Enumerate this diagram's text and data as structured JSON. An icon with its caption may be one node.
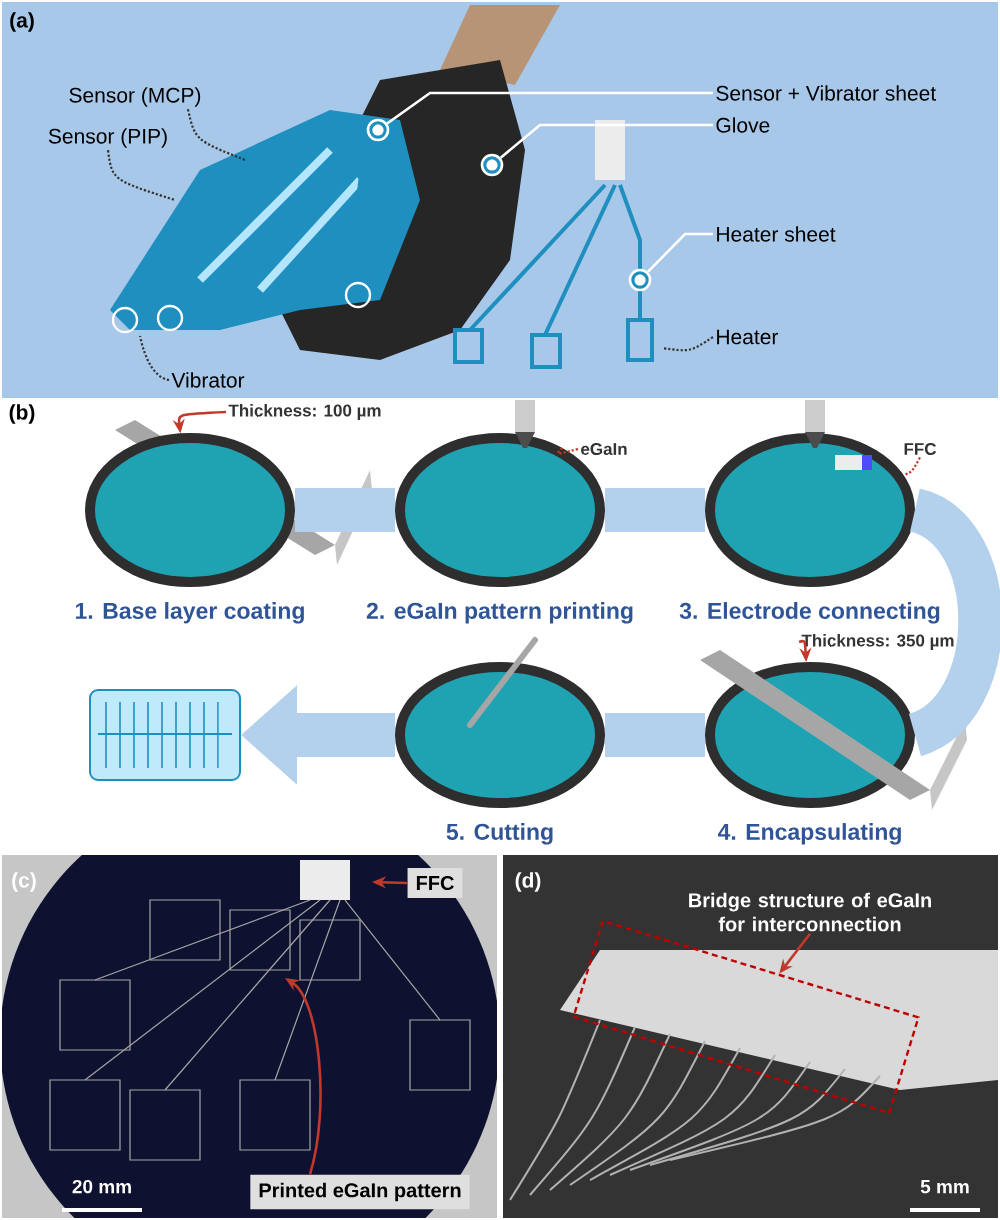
{
  "diagram": {
    "nodes": [
      {
        "text": [
          "Sensor (MCP)"
        ]
      },
      {
        "text": [
          "Sensor (PIP)"
        ]
      },
      {
        "text": [
          "Vibrator"
        ]
      },
      {
        "text": [
          "Sensor + Vibrator sheet"
        ]
      },
      {
        "text": [
          "Glove"
        ]
      },
      {
        "text": [
          "Heater sheet"
        ]
      },
      {
        "text": [
          "Heater"
        ]
      },
      {
        "text": [
          "1. Base layer coating"
        ]
      },
      {
        "text": [
          "2. eGaIn pattern printing"
        ]
      },
      {
        "text": [
          "3. Electrode connecting"
        ]
      },
      {
        "text": [
          "4. Encapsulating"
        ]
      },
      {
        "text": [
          "5. Cutting"
        ]
      },
      {
        "text": [],
        "shape": "picture"
      },
      {
        "text": [
          "Thickness: 100 µm"
        ]
      },
      {
        "text": [
          "eGaIn"
        ]
      },
      {
        "text": [
          "FFC"
        ]
      },
      {
        "text": [
          "Thickness: 350 µm"
        ]
      },
      {
        "text": [
          "FFC"
        ]
      },
      {
        "text": [
          "Printed eGaIn pattern"
        ]
      },
      {
        "text": [
          "Bridge structure of eGaIn for interconnection"
        ]
      },
      {
        "text": [],
        "shape": "box"
      },
      {
        "text": [],
        "shape": "circle"
      },
      {
        "text": [],
        "shape": "circle"
      },
      {
        "text": [],
        "shape": "circle"
      }
    ],
    "edges": [
      {
        "from": 0,
        "to": null,
        "arrow": "none",
        "style": "dashed",
        "color": "#333333"
      },
      {
        "from": 1,
        "to": null,
        "arrow": "none",
        "style": "dashed",
        "color": "#333333"
      },
      {
        "from": 2,
        "to": null,
        "arrow": "none",
        "style": "dashed",
        "color": "#333333"
      },
      {
        "from": 3,
        "to": 21,
        "arrow": "none",
        "color": "#ffffff"
      },
      {
        "from": 4,
        "to": 22,
        "arrow": "none",
        "color": "#ffffff"
      },
      {
        "from": 5,
        "to": 23,
        "arrow": "none",
        "color": "#ffffff"
      },
      {
        "from": 6,
        "to": null,
        "arrow": "none",
        "style": "dashed",
        "color": "#333333"
      },
      {
        "from": 7,
        "to": 8,
        "arrow": "none",
        "style": "thick",
        "color": "#b3d1ec"
      },
      {
        "from": 8,
        "to": 9,
        "arrow": "none",
        "style": "thick",
        "color": "#b3d1ec"
      },
      {
        "from": 9,
        "to": 10,
        "arrow": "none",
        "style": "thick",
        "color": "#b3d1ec"
      },
      {
        "from": 10,
        "to": 11,
        "arrow": "none",
        "style": "thick",
        "color": "#b3d1ec"
      },
      {
        "from": 11,
        "to": 12,
        "arrow": "to",
        "style": "thick",
        "color": "#b3d1ec"
      },
      {
        "from": 13,
        "to": 7,
        "arrow": "to"
      },
      {
        "from": 14,
        "to": 8,
        "arrow": "none",
        "style": "dashed"
      },
      {
        "from": 15,
        "to": 9,
        "arrow": "none",
        "style": "dashed"
      },
      {
        "from": 16,
        "to": 10,
        "arrow": "to"
      },
      {
        "from": 17,
        "to": null,
        "arrow": "to"
      },
      {
        "from": 18,
        "to": null,
        "arrow": "to"
      },
      {
        "from": 19,
        "to": 20,
        "arrow": "to"
      }
    ],
    "labels": [
      "(a)",
      "(b)",
      "(c)",
      "(d)",
      "20 mm",
      "5 mm"
    ]
  }
}
